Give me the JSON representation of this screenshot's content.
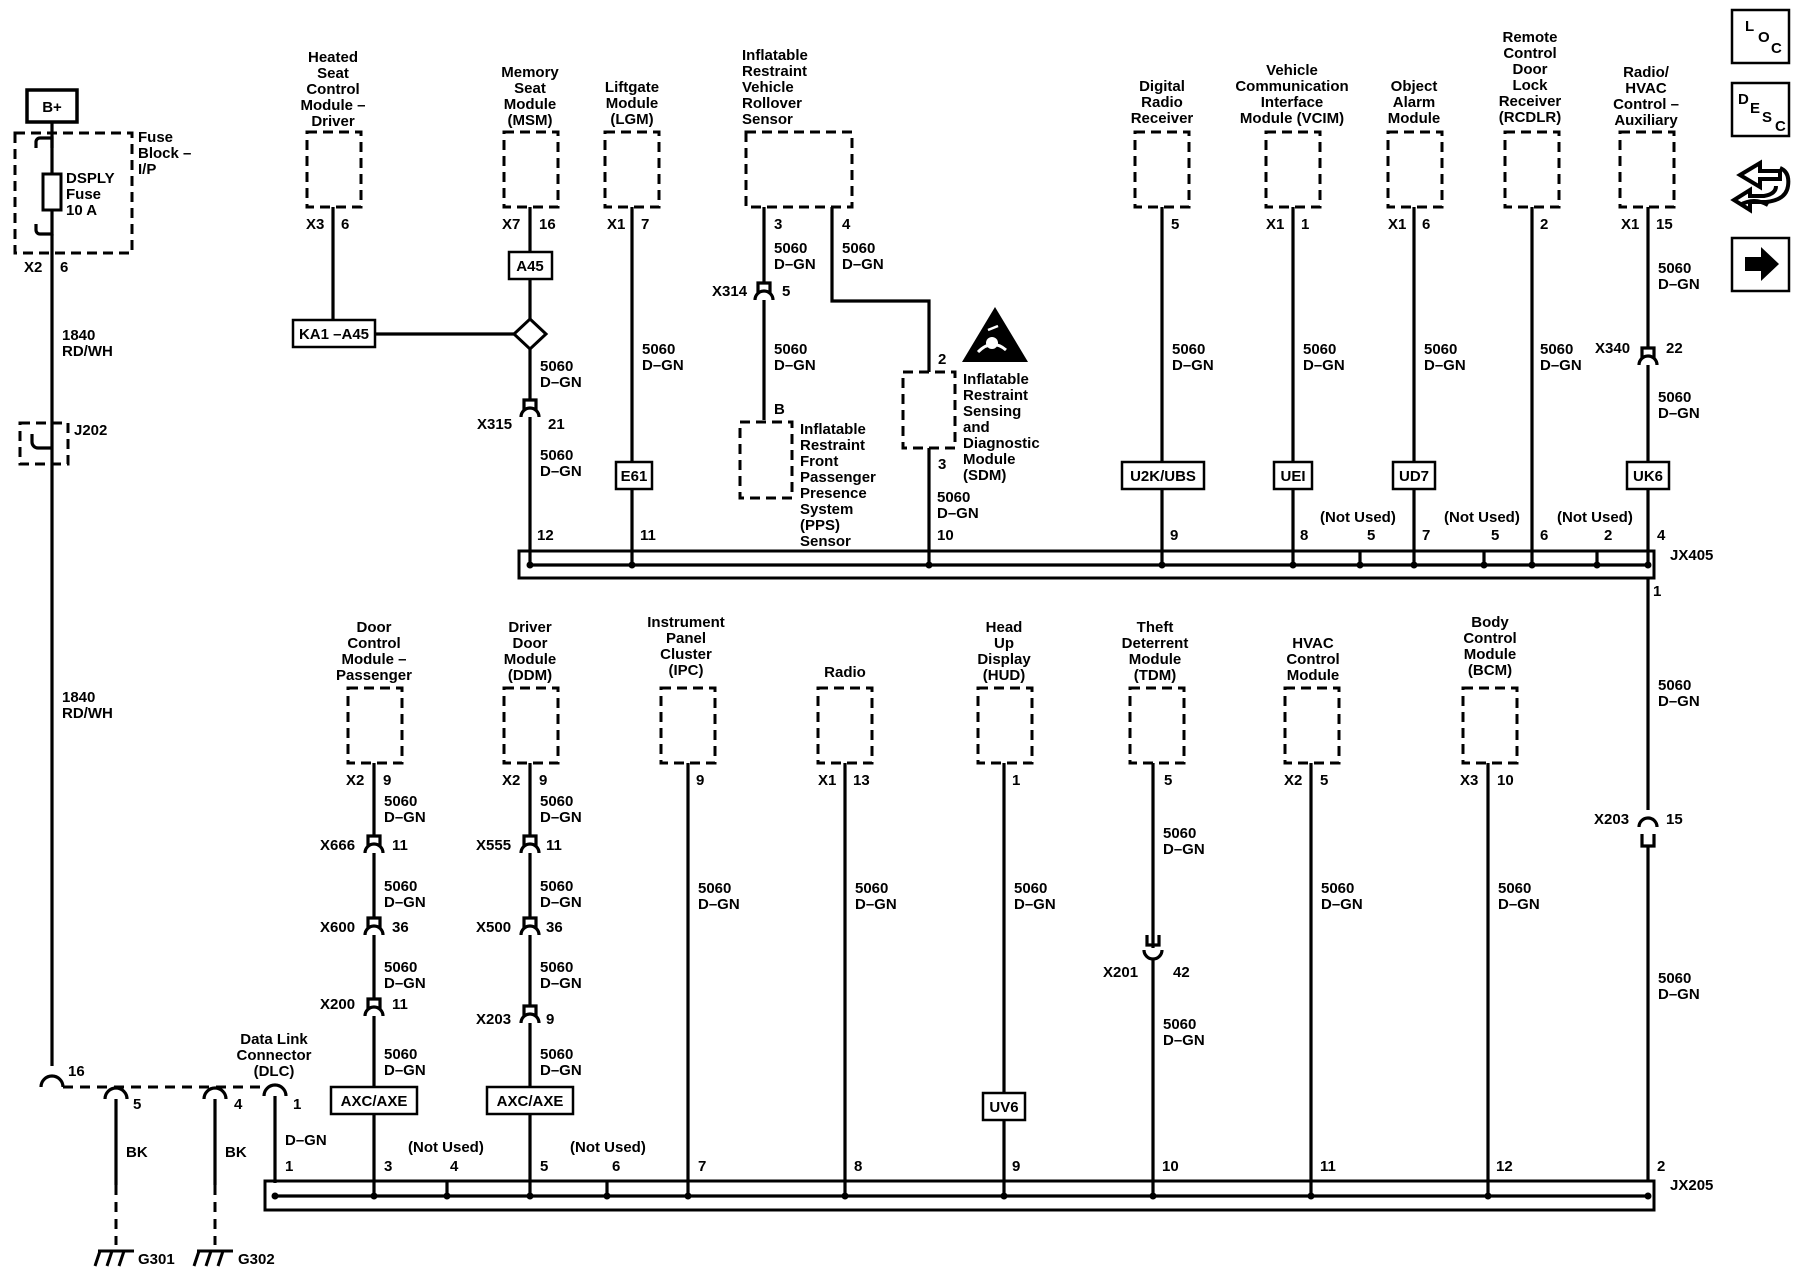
{
  "power": {
    "label": "B+"
  },
  "fuse": {
    "block": "Fuse\nBlock –\nI/P",
    "name": "DSPLY\nFuse\n10 A",
    "conn": "X2",
    "pin": "6"
  },
  "feed_wire": {
    "circuit": "1840",
    "color": "RD/WH"
  },
  "splice_j202": "J202",
  "ground_splice_pin": "16",
  "wire_5060": {
    "circuit": "5060",
    "color": "D–GN"
  },
  "wire_bk": "BK",
  "dgn_label": "D–GN",
  "not_used": "(Not Used)",
  "top_modules": [
    {
      "name": "Heated\nSeat\nControl\nModule –\nDriver",
      "conn": "X3",
      "pin": "6"
    },
    {
      "name": "Memory\nSeat\nModule\n(MSM)",
      "conn": "X7",
      "pin": "16"
    },
    {
      "name": "Liftgate\nModule\n(LGM)",
      "conn": "X1",
      "pin": "7"
    },
    {
      "name": "Inflatable\nRestraint\nVehicle\nRollover\nSensor",
      "pin_a": "3",
      "pin_b": "4"
    },
    {
      "name": "Digital\nRadio\nReceiver",
      "pin": "5"
    },
    {
      "name": "Vehicle\nCommunication\nInterface\nModule (VCIM)",
      "conn": "X1",
      "pin": "1"
    },
    {
      "name": "Object\nAlarm\nModule",
      "conn": "X1",
      "pin": "6"
    },
    {
      "name": "Remote\nControl\nDoor\nLock\nReceiver\n(RCDLR)",
      "pin": "2"
    },
    {
      "name": "Radio/\nHVAC\nControl –\nAuxiliary",
      "conn": "X1",
      "pin": "15"
    }
  ],
  "pps": {
    "name": "Inflatable\nRestraint\nFront\nPassenger\nPresence\nSystem\n(PPS)\nSensor",
    "pin": "B"
  },
  "sdm": {
    "name": "Inflatable\nRestraint\nSensing\nand\nDiagnostic\nModule\n(SDM)",
    "pin_in": "2",
    "pin_out": "3"
  },
  "top_tags": {
    "ka1": "KA1 –A45",
    "a45": "A45",
    "e61": "E61",
    "u2k": "U2K/UBS",
    "uei": "UEI",
    "ud7": "UD7",
    "uk6": "UK6"
  },
  "top_inline": {
    "x314": {
      "name": "X314",
      "pin": "5"
    },
    "x315": {
      "name": "X315",
      "pin": "21"
    },
    "x340": {
      "name": "X340",
      "pin": "22"
    }
  },
  "jx405": {
    "name": "JX405",
    "pins": [
      "12",
      "11",
      "10",
      "9",
      "8",
      "5",
      "7",
      "5",
      "6",
      "2",
      "4"
    ],
    "out_pin": "1"
  },
  "bottom_modules": [
    {
      "name": "Door\nControl\nModule –\nPassenger",
      "conn": "X2",
      "pin": "9"
    },
    {
      "name": "Driver\nDoor\nModule\n(DDM)",
      "conn": "X2",
      "pin": "9"
    },
    {
      "name": "Instrument\nPanel\nCluster\n(IPC)",
      "pin": "9"
    },
    {
      "name": "Radio",
      "conn": "X1",
      "pin": "13"
    },
    {
      "name": "Head\nUp\nDisplay\n(HUD)",
      "pin": "1"
    },
    {
      "name": "Theft\nDeterrent\nModule\n(TDM)",
      "pin": "5"
    },
    {
      "name": "HVAC\nControl\nModule",
      "conn": "X2",
      "pin": "5"
    },
    {
      "name": "Body\nControl\nModule\n(BCM)",
      "conn": "X3",
      "pin": "10"
    }
  ],
  "bottom_inline": {
    "x666": {
      "name": "X666",
      "pin": "11"
    },
    "x600": {
      "name": "X600",
      "pin": "36"
    },
    "x200": {
      "name": "X200",
      "pin": "11"
    },
    "x555": {
      "name": "X555",
      "pin": "11"
    },
    "x500": {
      "name": "X500",
      "pin": "36"
    },
    "x203a": {
      "name": "X203",
      "pin": "9"
    },
    "x201": {
      "name": "X201",
      "pin": "42"
    },
    "x203b": {
      "name": "X203",
      "pin": "15"
    }
  },
  "bottom_tags": {
    "axc1": "AXC/AXE",
    "axc2": "AXC/AXE",
    "uv6": "UV6"
  },
  "dlc": {
    "name": "Data Link\nConnector\n(DLC)",
    "pin": "1"
  },
  "grounds": [
    {
      "name": "G301",
      "pin": "5"
    },
    {
      "name": "G302",
      "pin": "4"
    }
  ],
  "jx205": {
    "name": "JX205",
    "pins": [
      "1",
      "3",
      "4",
      "5",
      "6",
      "7",
      "8",
      "9",
      "10",
      "11",
      "12",
      "2"
    ]
  },
  "nav": {
    "loc": [
      "L",
      "O",
      "C"
    ],
    "desc": [
      "D",
      "E",
      "S",
      "C"
    ],
    "connector_icon": "connector-icon",
    "next_icon": "arrow-right-icon"
  }
}
